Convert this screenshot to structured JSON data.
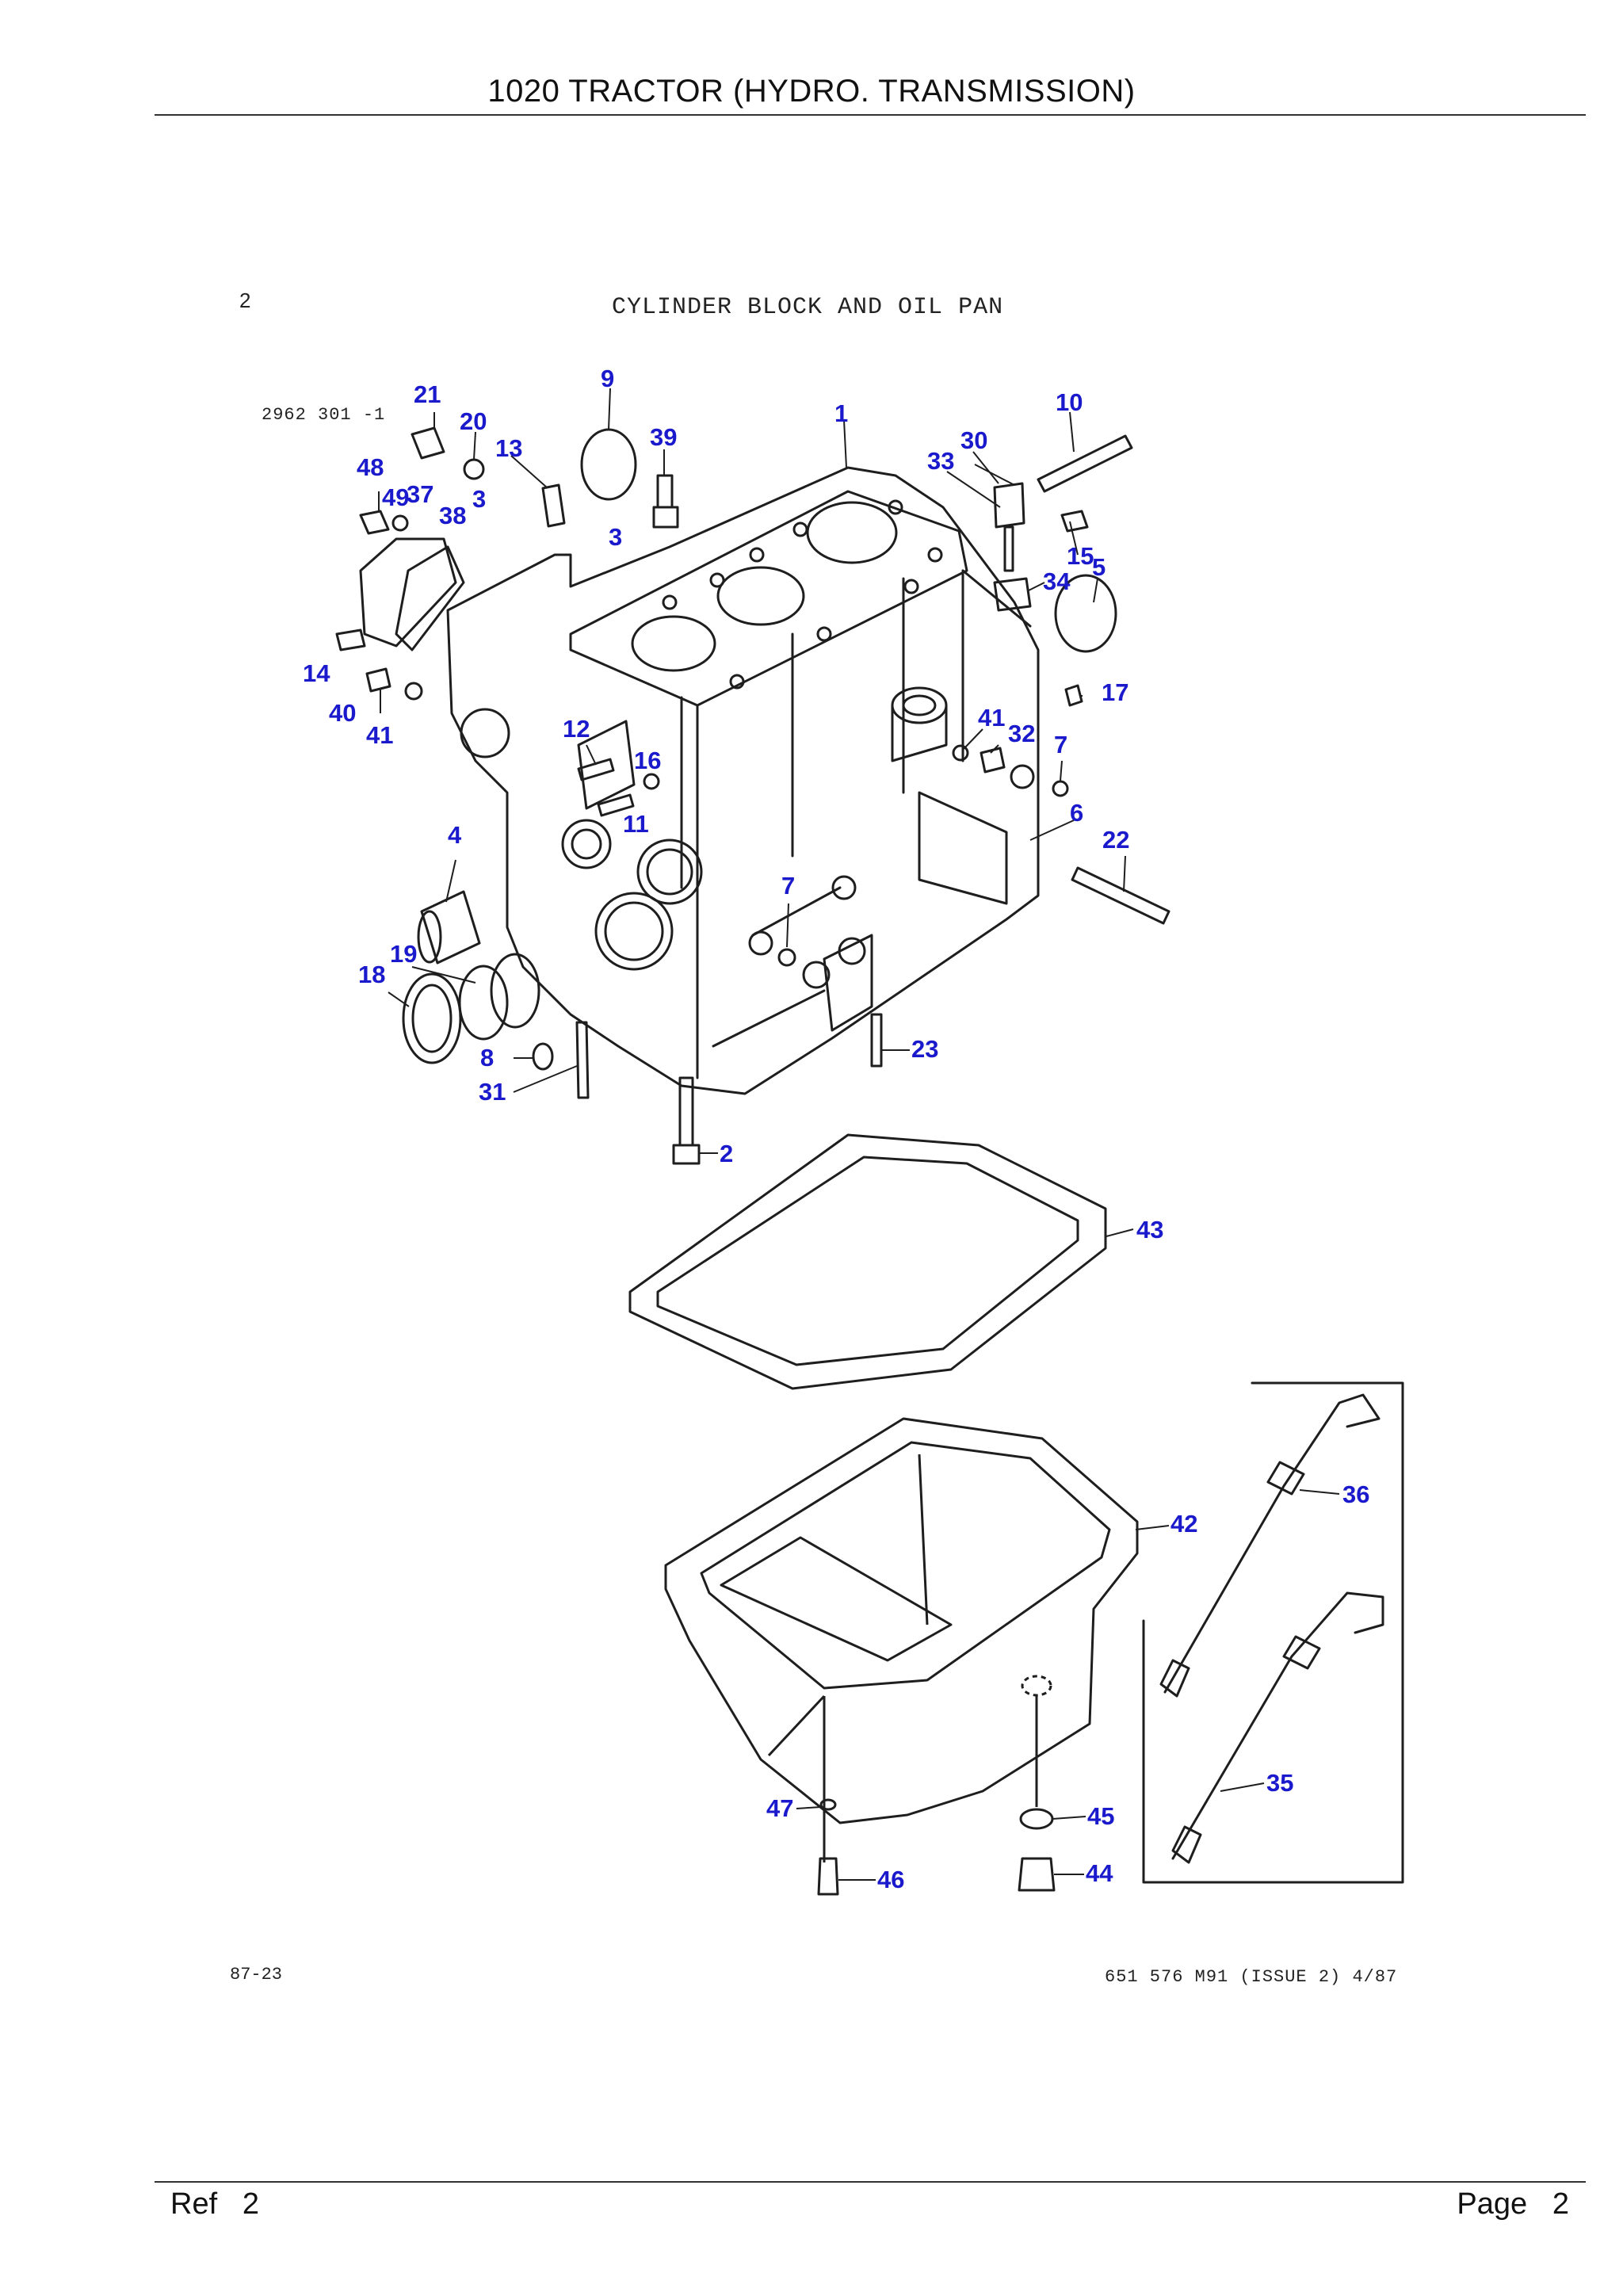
{
  "header": {
    "title": "1020 TRACTOR (HYDRO. TRANSMISSION)"
  },
  "section": {
    "number": "2",
    "title": "CYLINDER BLOCK AND OIL PAN"
  },
  "drawing_number": "2962 301 -1",
  "bottom_left_code": "87-23",
  "bottom_right_code": "651 576 M91 (ISSUE 2) 4/87",
  "footer": {
    "ref_label": "Ref",
    "ref_value": "2",
    "page_label": "Page",
    "page_value": "2"
  },
  "colors": {
    "callout": "#1a1acc",
    "linework": "#1e1e1e"
  },
  "callouts": [
    "21",
    "9",
    "1",
    "10",
    "20",
    "39",
    "30",
    "48",
    "13",
    "33",
    "49",
    "37",
    "3",
    "38",
    "3",
    "15",
    "5",
    "34",
    "14",
    "17",
    "40",
    "41",
    "41",
    "32",
    "12",
    "7",
    "16",
    "11",
    "6",
    "4",
    "22",
    "7",
    "19",
    "18",
    "23",
    "8",
    "31",
    "2",
    "43",
    "36",
    "42",
    "35",
    "47",
    "45",
    "46",
    "44"
  ]
}
